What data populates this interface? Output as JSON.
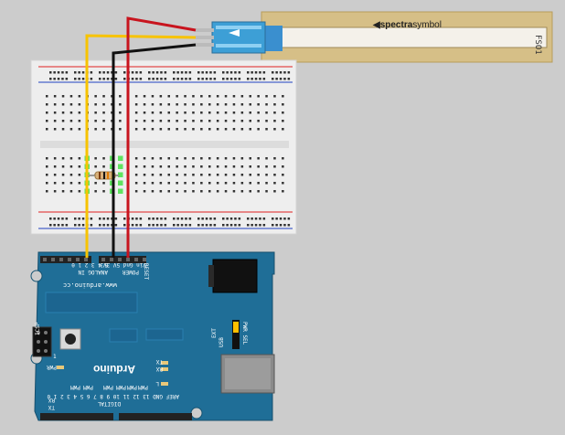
{
  "sensor": {
    "brand_bold": "spectra",
    "brand_light": "symbol",
    "id_text": "FSO1",
    "color_strip": "#d9c28a",
    "color_connector": "#3aa0d8"
  },
  "breadboard": {
    "color_body": "#eeeeee",
    "color_rail_red": "#e02020",
    "color_rail_blue": "#2040c0"
  },
  "arduino": {
    "board_color": "#1f6e97",
    "brand": "Arduino",
    "url": "www.arduino.cc",
    "header_analog": "ANALOG IN",
    "analog_pins": "5 4 3 2 1 0",
    "header_power": "POWER",
    "power_pins": "Vin Gnd 5V 3V3",
    "reset": "RESET",
    "digital": "DIGITAL",
    "digital_pins": "AREF GND 13 12 11 10 9 8 7 6 5 4 3 2 1 0",
    "tx": "TX",
    "rx": "RX",
    "pwm_labels": [
      "PWM",
      "PWM",
      "PWM",
      "PWM",
      "PWM",
      "PWM"
    ],
    "pwr": "PWR",
    "icsp": "ICSP",
    "ext": "EXT",
    "usb": "USB",
    "pwr_sel": "PWR SEL",
    "led_l": "L",
    "tx_led": "TX",
    "rx_led": "RX",
    "icsp_num": "1"
  },
  "wires": {
    "yellow": "#f7c300",
    "red": "#c8141e",
    "black": "#111111"
  }
}
